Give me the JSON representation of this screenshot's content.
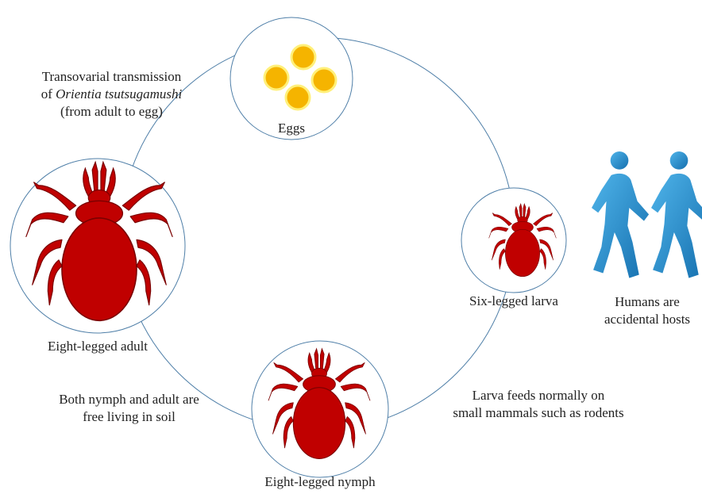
{
  "stages": {
    "eggs": "Eggs",
    "larva": "Six-legged larva",
    "nymph": "Eight-legged nymph",
    "adult": "Eight-legged adult"
  },
  "notes": {
    "transmission_line1": "Transovarial transmission",
    "transmission_of": "of",
    "transmission_species": "Orientia tsutsugamushi",
    "transmission_line3": "(from adult to egg)",
    "freeliving_line1": "Both nymph and adult are",
    "freeliving_line2": "free living in soil",
    "larva_feeds_line1": "Larva feeds normally on",
    "larva_feeds_line2": "small mammals such as rodents",
    "humans_line1": "Humans are",
    "humans_line2": "accidental hosts"
  },
  "colors": {
    "cycle_stroke": "#4f7fa8",
    "mite_fill": "#c00000",
    "mite_stroke": "#7a0000",
    "egg_fill": "#f5b400",
    "egg_halo": "#fff07a",
    "human_fill": "#1e8fd6"
  },
  "icons": [
    "egg-icon",
    "mite-icon",
    "human-icon"
  ]
}
